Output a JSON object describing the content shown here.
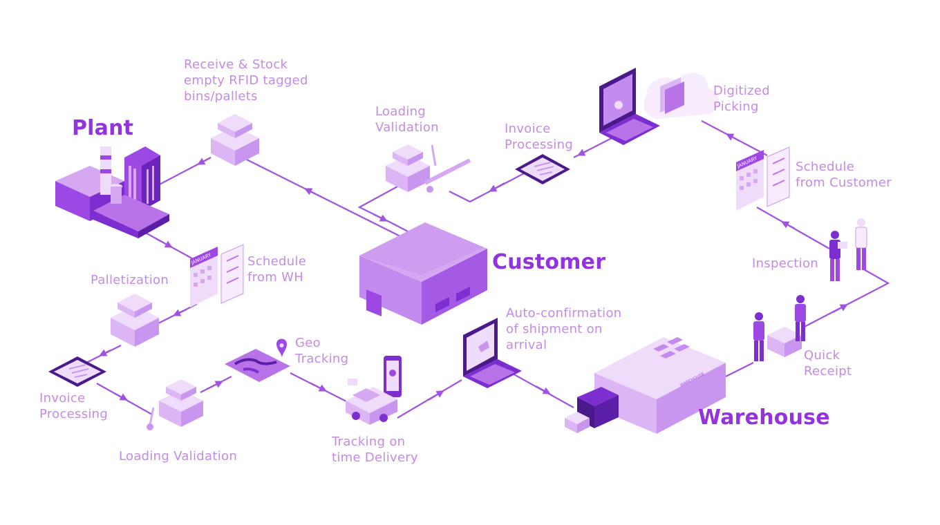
{
  "colors": {
    "line": "#a052e3",
    "light": "#efdcfb",
    "mid": "#d6a8f2",
    "medium": "#b873e9",
    "dark": "#7d2ed1",
    "deep": "#4b1a8a",
    "heading": "#9333e0",
    "label": "#c48ae6"
  },
  "nodes": {
    "plant": "Plant",
    "customer": "Customer",
    "warehouse": "Warehouse"
  },
  "labels": {
    "receive_stock": "Receive & Stock\nempty RFID tagged\nbins/pallets",
    "loading_validation_top": "Loading\nValidation",
    "invoice_processing_top": "Invoice\nProcessing",
    "digitized_picking": "Digitized\nPicking",
    "schedule_from_customer": "Schedule\nfrom Customer",
    "inspection": "Inspection",
    "quick_receipt": "Quick\nReceipt",
    "auto_confirmation": "Auto-confirmation\nof shipment on\narrival",
    "tracking_delivery": "Tracking on\ntime Delivery",
    "geo_tracking": "Geo\nTracking",
    "loading_validation_bottom": "Loading Validation",
    "invoice_processing_bottom": "Invoice\nProcessing",
    "palletization": "Palletization",
    "schedule_from_wh": "Schedule\nfrom WH"
  },
  "icons": {
    "calendar_month": "JANUARY",
    "warehouse_sign": "WAREHOUSE"
  }
}
